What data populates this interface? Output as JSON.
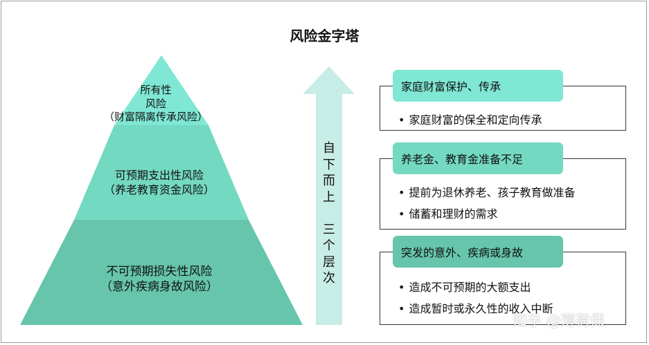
{
  "title": "风险金字塔",
  "pyramid": {
    "top": {
      "line1": "所有性",
      "line2": "风险",
      "line3": "（财富隔离传承风险）",
      "color": "#7fe7d3"
    },
    "middle": {
      "line1": "可预期支出性风险",
      "line2": "（养老教育资金风险）",
      "color": "#74d9c1"
    },
    "bottom": {
      "line1": "不可预期损失性风险",
      "line2": "（意外疾病身故风险）",
      "color": "#66c5ab"
    }
  },
  "arrow": {
    "text": "自下而上 三个层次",
    "chars": [
      "自",
      "下",
      "而",
      "上",
      "",
      "三",
      "个",
      "层",
      "次"
    ],
    "color": "#c8ece6"
  },
  "boxes": [
    {
      "header": "家庭财富保护、传承",
      "bullets": [
        "家庭财富的保全和定向传承"
      ]
    },
    {
      "header": "养老金、教育金准备不足",
      "bullets": [
        "提前为退休养老、孩子教育做准备",
        "储蓄和理财的需求"
      ]
    },
    {
      "header": "突发的意外、疾病或身故",
      "bullets": [
        "造成不可预期的大额支出",
        "造成暂时或永久性的收入中断"
      ]
    }
  ],
  "bullet_symbol": "•",
  "watermark": "知乎 @薄荷保"
}
